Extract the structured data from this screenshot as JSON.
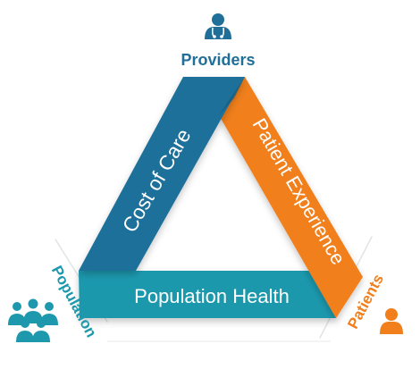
{
  "vertices": {
    "top": {
      "label": "Providers",
      "icon": "doctor-stethoscope-icon",
      "color": "#1f6f99"
    },
    "right": {
      "label": "Patients",
      "icon": "person-icon",
      "color": "#f07f1c"
    },
    "left": {
      "label": "Population",
      "icon": "group-of-people-icon",
      "color": "#1d98ad"
    }
  },
  "sides": {
    "left": {
      "label": "Cost of Care",
      "color": "#1f6f99"
    },
    "right": {
      "label": "Patient Experience",
      "color": "#f07f1c"
    },
    "bottom": {
      "label": "Population Health",
      "color": "#1d98ad"
    }
  }
}
